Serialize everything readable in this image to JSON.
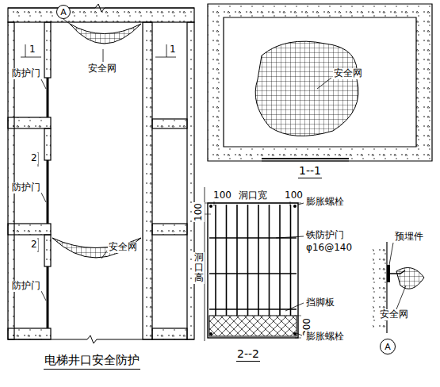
{
  "diagram": {
    "caption": "电梯井口安全防护",
    "nodes": [
      {
        "text": [
          "A"
        ]
      },
      {
        "text": [
          "A"
        ]
      }
    ],
    "labels": [
      "1",
      "1",
      "安全网",
      "防护门",
      "2",
      "防护门",
      "2",
      "安全网",
      "防护门",
      "安全网",
      "1--1",
      "100",
      "洞口宽",
      "100",
      "100",
      "膨胀螺栓",
      "铁防护门",
      "φ16@140",
      "洞口高",
      "挡脚板",
      "300",
      "膨胀螺栓",
      "2--2",
      "预埋件",
      "安全网"
    ]
  }
}
